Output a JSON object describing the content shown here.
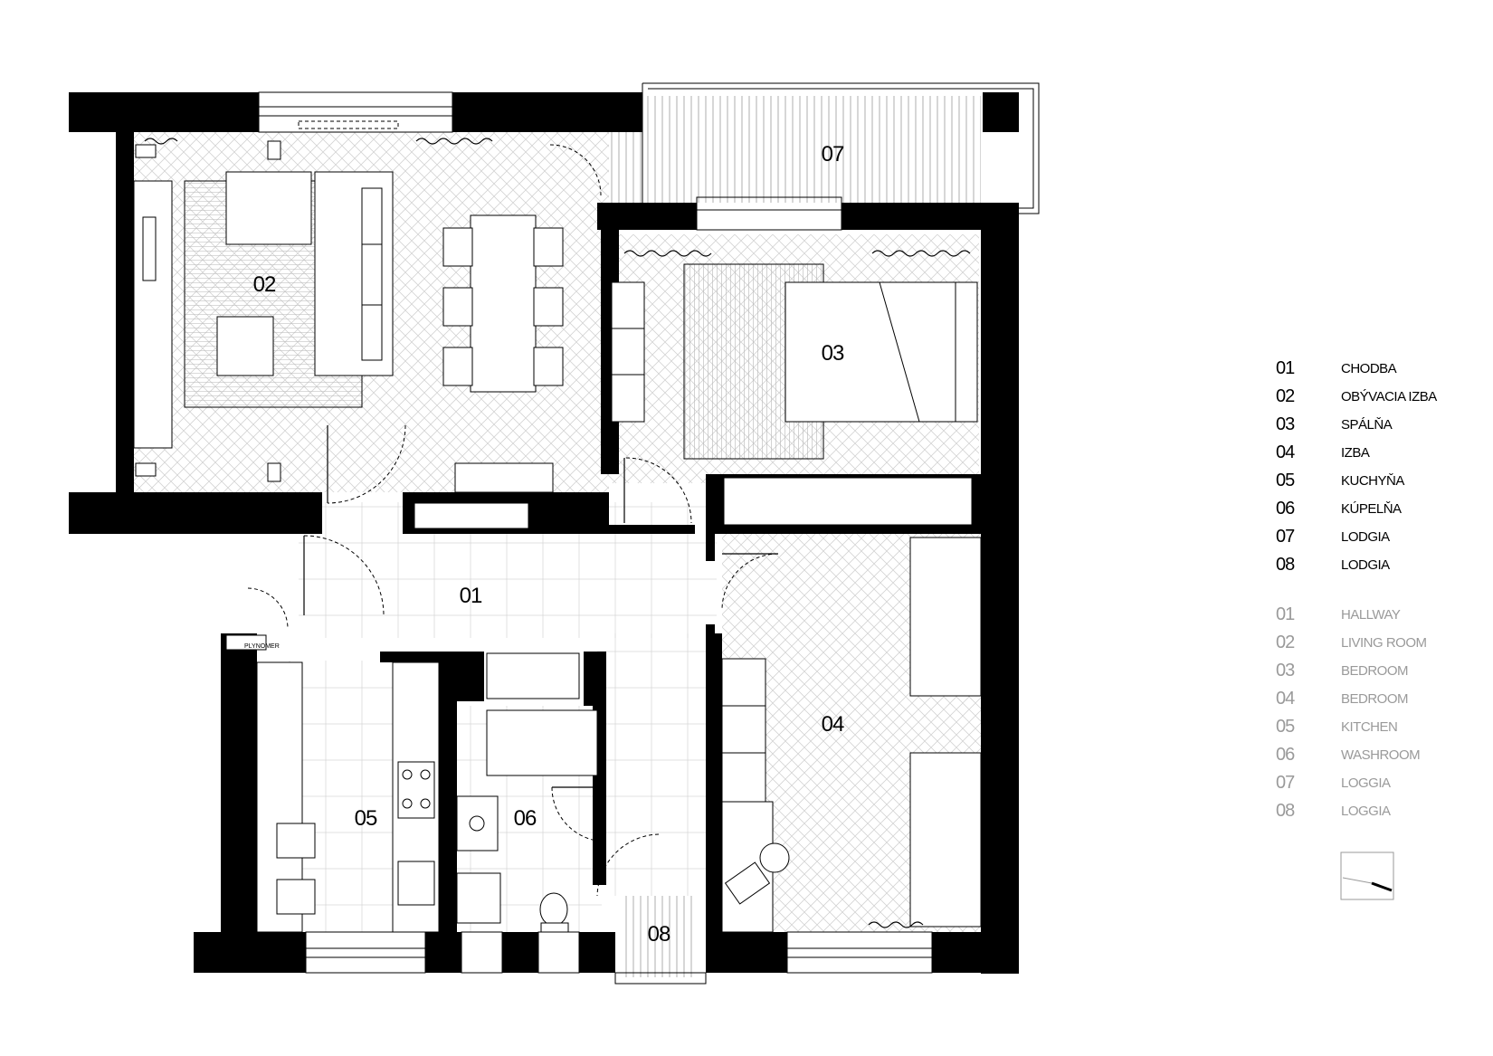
{
  "plan": {
    "rooms": [
      {
        "id": "01",
        "label": "01"
      },
      {
        "id": "02",
        "label": "02"
      },
      {
        "id": "03",
        "label": "03"
      },
      {
        "id": "04",
        "label": "04"
      },
      {
        "id": "05",
        "label": "05"
      },
      {
        "id": "06",
        "label": "06"
      },
      {
        "id": "07",
        "label": "07"
      },
      {
        "id": "08",
        "label": "08"
      }
    ],
    "meter_label": "PLYNOMER"
  },
  "legend_sk": [
    {
      "num": "01",
      "name": "CHODBA"
    },
    {
      "num": "02",
      "name": "OBÝVACIA IZBA"
    },
    {
      "num": "03",
      "name": "SPÁLŇA"
    },
    {
      "num": "04",
      "name": "IZBA"
    },
    {
      "num": "05",
      "name": "KUCHYŇA"
    },
    {
      "num": "06",
      "name": "KÚPELŇA"
    },
    {
      "num": "07",
      "name": "LODGIA"
    },
    {
      "num": "08",
      "name": "LODGIA"
    }
  ],
  "legend_en": [
    {
      "num": "01",
      "name": "HALLWAY"
    },
    {
      "num": "02",
      "name": "LIVING ROOM"
    },
    {
      "num": "03",
      "name": "BEDROOM"
    },
    {
      "num": "04",
      "name": "BEDROOM"
    },
    {
      "num": "05",
      "name": "KITCHEN"
    },
    {
      "num": "06",
      "name": "WASHROOM"
    },
    {
      "num": "07",
      "name": "LOGGIA"
    },
    {
      "num": "08",
      "name": "LOGGIA"
    }
  ],
  "colors": {
    "wall": "#000000",
    "legend_primary": "#000000",
    "legend_secondary": "#9a9a9a",
    "floor_pattern": "#cfcfcf"
  },
  "north_icon": "north-arrow-icon"
}
